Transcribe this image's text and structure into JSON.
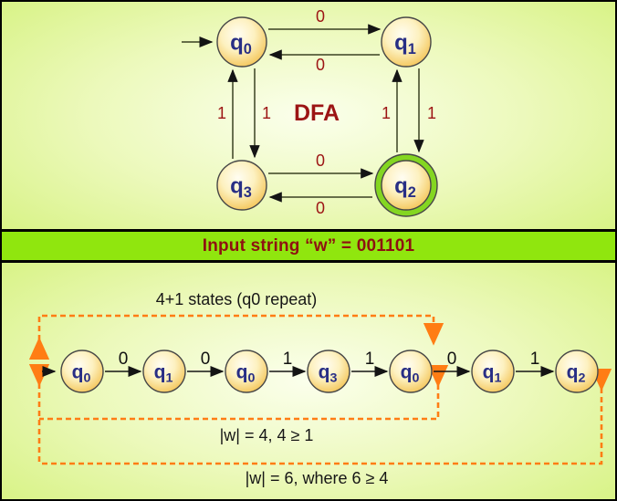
{
  "dfa": {
    "title": "DFA",
    "states": [
      {
        "name": "q0",
        "label": "q",
        "sub": "0",
        "start": true,
        "accepting": false
      },
      {
        "name": "q1",
        "label": "q",
        "sub": "1",
        "start": false,
        "accepting": false
      },
      {
        "name": "q2",
        "label": "q",
        "sub": "2",
        "start": false,
        "accepting": true
      },
      {
        "name": "q3",
        "label": "q",
        "sub": "3",
        "start": false,
        "accepting": false
      }
    ],
    "transitions": [
      {
        "from": "q0",
        "to": "q1",
        "symbol": "0"
      },
      {
        "from": "q1",
        "to": "q0",
        "symbol": "0"
      },
      {
        "from": "q0",
        "to": "q3",
        "symbol": "1"
      },
      {
        "from": "q3",
        "to": "q0",
        "symbol": "1"
      },
      {
        "from": "q1",
        "to": "q2",
        "symbol": "1"
      },
      {
        "from": "q2",
        "to": "q1",
        "symbol": "1"
      },
      {
        "from": "q3",
        "to": "q2",
        "symbol": "0"
      },
      {
        "from": "q2",
        "to": "q3",
        "symbol": "0"
      }
    ]
  },
  "input_banner": {
    "text": "Input string “w” = 001101"
  },
  "trace": {
    "annotation_top": "4+1 states (q0 repeat)",
    "annotation_middle": "|w| = 4, 4 ≥ 1",
    "annotation_bottom": "|w| = 6, where 6 ≥ 4",
    "steps": [
      {
        "label": "q",
        "sub": "0"
      },
      {
        "label": "q",
        "sub": "1"
      },
      {
        "label": "q",
        "sub": "0"
      },
      {
        "label": "q",
        "sub": "3"
      },
      {
        "label": "q",
        "sub": "0"
      },
      {
        "label": "q",
        "sub": "1"
      },
      {
        "label": "q",
        "sub": "2"
      }
    ],
    "symbols": [
      "0",
      "0",
      "1",
      "1",
      "0",
      "1"
    ]
  },
  "colors": {
    "maroon": "#9c1414",
    "navy": "#282e85",
    "state_edge": "#f2bd45",
    "accept_ring": "#84d621",
    "band_green": "#90e60e",
    "orange": "#ff7d14",
    "dfa_line": "#3a4122",
    "black_line": "#141414",
    "outline": "#474747"
  }
}
